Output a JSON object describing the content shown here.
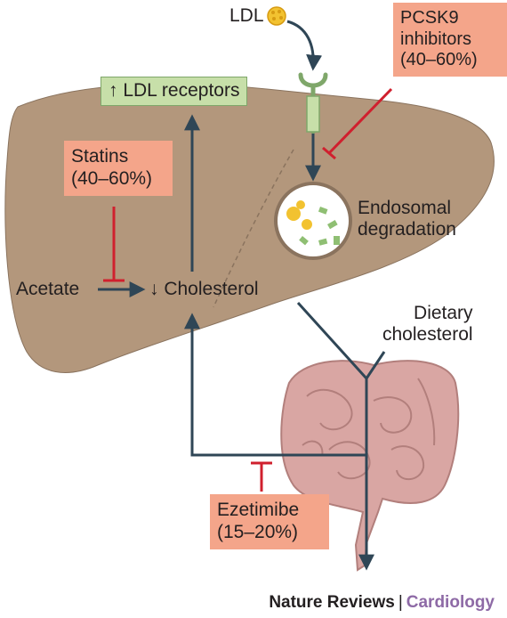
{
  "labels": {
    "ldl": "LDL",
    "ldl_receptors": "↑ LDL receptors",
    "statins": {
      "name": "Statins",
      "range": "(40–60%)"
    },
    "pcsk9": {
      "line1": "PCSK9",
      "line2": "inhibitors",
      "range": "(40–60%)"
    },
    "endosomal": {
      "line1": "Endosomal",
      "line2": "degradation"
    },
    "acetate": "Acetate",
    "cholesterol": "↓ Cholesterol",
    "dietary": {
      "line1": "Dietary",
      "line2": "cholesterol"
    },
    "ezetimibe": {
      "name": "Ezetimibe",
      "range": "(15–20%)"
    }
  },
  "footer": {
    "publisher": "Nature Reviews",
    "separator": "|",
    "journal": "Cardiology"
  },
  "colors": {
    "liver": "#b3977c",
    "arrow": "#2f4656",
    "inhibit": "#d0202e",
    "drug_box": "#f4a58a",
    "receptor_box": "#c7dfa9",
    "receptor": "#7fa76a",
    "ldl_particle": "#f2c230",
    "intestine": "#d9a6a3",
    "journal": "#8e6aa6"
  }
}
